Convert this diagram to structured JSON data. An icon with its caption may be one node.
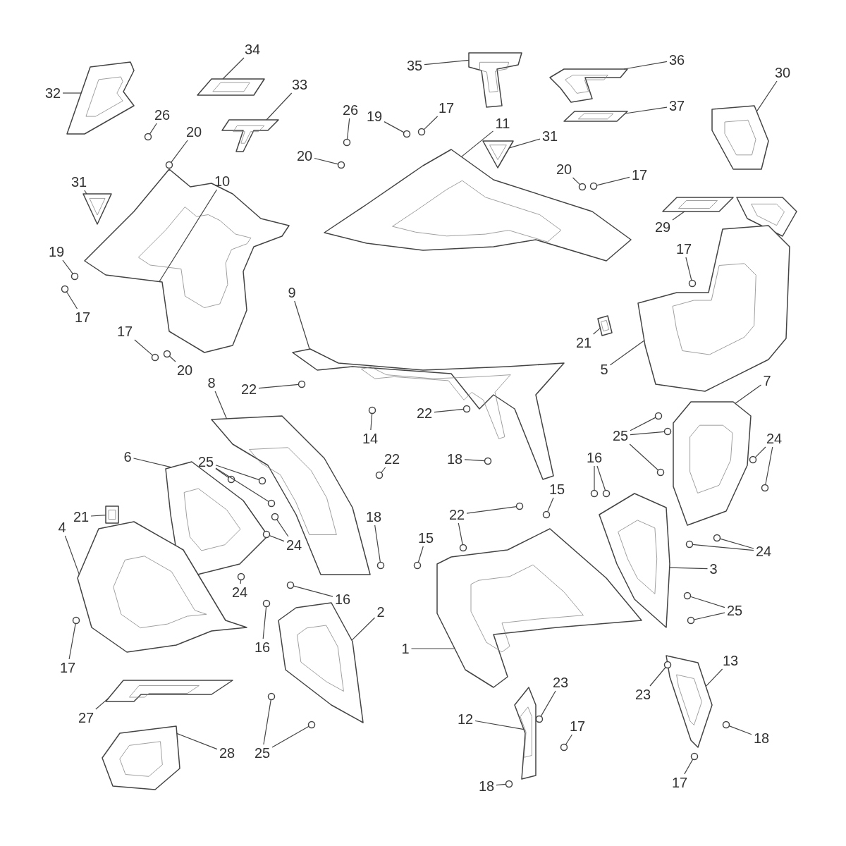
{
  "diagram": {
    "nodes": [
      {
        "text": [
          "32"
        ]
      },
      {
        "text": [
          "34"
        ]
      },
      {
        "text": [
          "33"
        ]
      },
      {
        "text": [
          "35"
        ]
      },
      {
        "text": [
          "36"
        ]
      },
      {
        "text": [
          "37"
        ]
      },
      {
        "text": [
          "30"
        ]
      },
      {
        "text": [
          "26"
        ]
      },
      {
        "text": [
          "20"
        ]
      },
      {
        "text": [
          "31"
        ]
      },
      {
        "text": [
          "10"
        ]
      },
      {
        "text": [
          "26"
        ]
      },
      {
        "text": [
          "19"
        ]
      },
      {
        "text": [
          "17"
        ]
      },
      {
        "text": [
          "20"
        ]
      },
      {
        "text": [
          "11"
        ]
      },
      {
        "text": [
          "31"
        ]
      },
      {
        "text": [
          "20"
        ]
      },
      {
        "text": [
          "17"
        ]
      },
      {
        "text": [
          "29"
        ]
      },
      {
        "text": [
          "17"
        ]
      },
      {
        "text": [
          "19"
        ]
      },
      {
        "text": [
          "17"
        ]
      },
      {
        "text": [
          "9"
        ]
      },
      {
        "text": [
          "17"
        ]
      },
      {
        "text": [
          "20"
        ]
      },
      {
        "text": [
          "21"
        ]
      },
      {
        "text": [
          "5"
        ]
      },
      {
        "text": [
          "7"
        ]
      },
      {
        "text": [
          "8"
        ]
      },
      {
        "text": [
          "22"
        ]
      },
      {
        "text": [
          "14"
        ]
      },
      {
        "text": [
          "22"
        ]
      },
      {
        "text": [
          "6"
        ]
      },
      {
        "text": [
          "25"
        ]
      },
      {
        "text": [
          "25"
        ]
      },
      {
        "text": [
          "24"
        ]
      },
      {
        "text": [
          "18"
        ]
      },
      {
        "text": [
          "16"
        ]
      },
      {
        "text": [
          "22"
        ]
      },
      {
        "text": [
          "15"
        ]
      },
      {
        "text": [
          "22"
        ]
      },
      {
        "text": [
          "21"
        ]
      },
      {
        "text": [
          "18"
        ]
      },
      {
        "text": [
          "4"
        ]
      },
      {
        "text": [
          "24"
        ]
      },
      {
        "text": [
          "15"
        ]
      },
      {
        "text": [
          "24"
        ]
      },
      {
        "text": [
          "3"
        ]
      },
      {
        "text": [
          "24"
        ]
      },
      {
        "text": [
          "16"
        ]
      },
      {
        "text": [
          "25"
        ]
      },
      {
        "text": [
          "2"
        ]
      },
      {
        "text": [
          "1"
        ]
      },
      {
        "text": [
          "17"
        ]
      },
      {
        "text": [
          "16"
        ]
      },
      {
        "text": [
          "23"
        ]
      },
      {
        "text": [
          "13"
        ]
      },
      {
        "text": [
          "23"
        ]
      },
      {
        "text": [
          "18"
        ]
      },
      {
        "text": [
          "12"
        ]
      },
      {
        "text": [
          "17"
        ]
      },
      {
        "text": [
          "27"
        ]
      },
      {
        "text": [
          "25"
        ]
      },
      {
        "text": [
          "28"
        ]
      },
      {
        "text": [
          "18"
        ]
      },
      {
        "text": [
          "17"
        ]
      },
      {
        "text": [],
        "shape": "picture"
      },
      {
        "text": [],
        "shape": "picture"
      },
      {
        "text": [],
        "shape": "picture"
      },
      {
        "text": [],
        "shape": "picture"
      },
      {
        "text": [],
        "shape": "picture"
      },
      {
        "text": [],
        "shape": "picture"
      },
      {
        "text": [],
        "shape": "picture"
      },
      {
        "text": [],
        "shape": "picture"
      },
      {
        "text": [],
        "shape": "picture"
      },
      {
        "text": [],
        "shape": "picture"
      },
      {
        "text": [],
        "shape": "picture"
      },
      {
        "text": [],
        "shape": "picture"
      },
      {
        "text": [],
        "shape": "picture"
      },
      {
        "text": [],
        "shape": "picture"
      },
      {
        "text": [],
        "shape": "picture"
      },
      {
        "text": [],
        "shape": "picture"
      },
      {
        "text": [],
        "shape": "picture"
      },
      {
        "text": [],
        "shape": "picture"
      },
      {
        "text": [],
        "shape": "picture"
      },
      {
        "text": [],
        "shape": "picture"
      },
      {
        "text": [],
        "shape": "picture"
      },
      {
        "text": [],
        "shape": "picture"
      },
      {
        "text": [],
        "shape": "picture"
      },
      {
        "text": [],
        "shape": "picture"
      },
      {
        "text": [],
        "shape": "picture"
      },
      {
        "text": [],
        "shape": "picture"
      },
      {
        "text": [],
        "shape": "picture"
      },
      {
        "text": [],
        "shape": "picture"
      },
      {
        "text": [],
        "shape": "circle"
      },
      {
        "text": [],
        "shape": "circle"
      },
      {
        "text": [],
        "shape": "circle"
      },
      {
        "text": [],
        "shape": "circle"
      },
      {
        "text": [],
        "shape": "circle"
      },
      {
        "text": [],
        "shape": "circle"
      },
      {
        "text": [],
        "shape": "circle"
      },
      {
        "text": [],
        "shape": "circle"
      },
      {
        "text": [],
        "shape": "circle"
      },
      {
        "text": [],
        "shape": "circle"
      },
      {
        "text": [],
        "shape": "circle"
      },
      {
        "text": [],
        "shape": "circle"
      },
      {
        "text": [],
        "shape": "circle"
      },
      {
        "text": [],
        "shape": "circle"
      },
      {
        "text": [],
        "shape": "circle"
      },
      {
        "text": [],
        "shape": "circle"
      },
      {
        "text": [],
        "shape": "circle"
      },
      {
        "text": [],
        "shape": "circle"
      },
      {
        "text": [],
        "shape": "circle"
      },
      {
        "text": [],
        "shape": "circle"
      },
      {
        "text": [],
        "shape": "circle"
      },
      {
        "text": [],
        "shape": "circle"
      },
      {
        "text": [],
        "shape": "circle"
      },
      {
        "text": [],
        "shape": "circle"
      },
      {
        "text": [],
        "shape": "circle"
      },
      {
        "text": [],
        "shape": "circle"
      },
      {
        "text": [],
        "shape": "circle"
      },
      {
        "text": [],
        "shape": "circle"
      },
      {
        "text": [],
        "shape": "circle"
      },
      {
        "text": [],
        "shape": "circle"
      },
      {
        "text": [],
        "shape": "circle"
      },
      {
        "text": [],
        "shape": "circle"
      },
      {
        "text": [],
        "shape": "circle"
      },
      {
        "text": [],
        "shape": "circle"
      },
      {
        "text": [],
        "shape": "circle"
      },
      {
        "text": [],
        "shape": "circle"
      },
      {
        "text": [],
        "shape": "circle"
      },
      {
        "text": [],
        "shape": "circle"
      },
      {
        "text": [],
        "shape": "circle"
      },
      {
        "text": [],
        "shape": "circle"
      },
      {
        "text": [],
        "shape": "circle"
      },
      {
        "text": [],
        "shape": "circle"
      },
      {
        "text": [],
        "shape": "circle"
      },
      {
        "text": [],
        "shape": "circle"
      },
      {
        "text": [],
        "shape": "circle"
      },
      {
        "text": [],
        "shape": "circle"
      },
      {
        "text": [],
        "shape": "circle"
      },
      {
        "text": [],
        "shape": "circle"
      },
      {
        "text": [],
        "shape": "circle"
      },
      {
        "text": [],
        "shape": "circle"
      },
      {
        "text": [],
        "shape": "circle"
      }
    ],
    "edges": [
      {
        "from": 0,
        "to": 67,
        "arrow": "none"
      },
      {
        "from": 1,
        "to": 68,
        "arrow": "none"
      },
      {
        "from": 2,
        "to": 69,
        "arrow": "none"
      },
      {
        "from": 3,
        "to": 70,
        "arrow": "none"
      },
      {
        "from": 4,
        "to": 71,
        "arrow": "none"
      },
      {
        "from": 5,
        "to": 72,
        "arrow": "none"
      },
      {
        "from": 6,
        "to": 73,
        "arrow": "none"
      },
      {
        "from": 7,
        "to": 95,
        "arrow": "none"
      },
      {
        "from": 8,
        "to": 96,
        "arrow": "none"
      },
      {
        "from": 9,
        "to": 74,
        "arrow": "none"
      },
      {
        "from": 10,
        "to": 76,
        "arrow": "none"
      },
      {
        "from": 11,
        "to": 97,
        "arrow": "none"
      },
      {
        "from": 12,
        "to": 98,
        "arrow": "none"
      },
      {
        "from": 13,
        "to": 99,
        "arrow": "none"
      },
      {
        "from": 14,
        "to": 100,
        "arrow": "none"
      },
      {
        "from": 15,
        "to": 77,
        "arrow": "none"
      },
      {
        "from": 16,
        "to": 75,
        "arrow": "none"
      },
      {
        "from": 17,
        "to": 101,
        "arrow": "none"
      },
      {
        "from": 18,
        "to": 102,
        "arrow": "none"
      },
      {
        "from": 19,
        "to": 78,
        "arrow": "none"
      },
      {
        "from": 20,
        "to": 103,
        "arrow": "none"
      },
      {
        "from": 21,
        "to": 104,
        "arrow": "none"
      },
      {
        "from": 22,
        "to": 105,
        "arrow": "none"
      },
      {
        "from": 23,
        "to": 81,
        "arrow": "none"
      },
      {
        "from": 24,
        "to": 106,
        "arrow": "none"
      },
      {
        "from": 25,
        "to": 107,
        "arrow": "none"
      },
      {
        "from": 26,
        "to": 93,
        "arrow": "none"
      },
      {
        "from": 27,
        "to": 80,
        "arrow": "none"
      },
      {
        "from": 28,
        "to": 82,
        "arrow": "none"
      },
      {
        "from": 29,
        "to": 83,
        "arrow": "none"
      },
      {
        "from": 30,
        "to": 108,
        "arrow": "none"
      },
      {
        "from": 31,
        "to": 109,
        "arrow": "none"
      },
      {
        "from": 32,
        "to": 110,
        "arrow": "none"
      },
      {
        "from": 33,
        "to": 84,
        "arrow": "none"
      },
      {
        "from": 34,
        "to": 111,
        "arrow": "none"
      },
      {
        "from": 34,
        "to": 112,
        "arrow": "none"
      },
      {
        "from": 34,
        "to": 113,
        "arrow": "none"
      },
      {
        "from": 35,
        "to": 114,
        "arrow": "none"
      },
      {
        "from": 35,
        "to": 115,
        "arrow": "none"
      },
      {
        "from": 35,
        "to": 116,
        "arrow": "none"
      },
      {
        "from": 36,
        "to": 117,
        "arrow": "none"
      },
      {
        "from": 36,
        "to": 118,
        "arrow": "none"
      },
      {
        "from": 37,
        "to": 119,
        "arrow": "none"
      },
      {
        "from": 38,
        "to": 120,
        "arrow": "none"
      },
      {
        "from": 38,
        "to": 121,
        "arrow": "none"
      },
      {
        "from": 39,
        "to": 122,
        "arrow": "none"
      },
      {
        "from": 40,
        "to": 123,
        "arrow": "none"
      },
      {
        "from": 41,
        "to": 124,
        "arrow": "none"
      },
      {
        "from": 41,
        "to": 125,
        "arrow": "none"
      },
      {
        "from": 42,
        "to": 94,
        "arrow": "none"
      },
      {
        "from": 43,
        "to": 126,
        "arrow": "none"
      },
      {
        "from": 44,
        "to": 85,
        "arrow": "none"
      },
      {
        "from": 45,
        "to": 127,
        "arrow": "none"
      },
      {
        "from": 45,
        "to": 128,
        "arrow": "none"
      },
      {
        "from": 46,
        "to": 129,
        "arrow": "none"
      },
      {
        "from": 47,
        "to": 130,
        "arrow": "none"
      },
      {
        "from": 47,
        "to": 131,
        "arrow": "none"
      },
      {
        "from": 48,
        "to": 88,
        "arrow": "none"
      },
      {
        "from": 49,
        "to": 132,
        "arrow": "none"
      },
      {
        "from": 50,
        "to": 133,
        "arrow": "none"
      },
      {
        "from": 51,
        "to": 134,
        "arrow": "none"
      },
      {
        "from": 51,
        "to": 135,
        "arrow": "none"
      },
      {
        "from": 52,
        "to": 86,
        "arrow": "none"
      },
      {
        "from": 53,
        "to": 87,
        "arrow": "none"
      },
      {
        "from": 54,
        "to": 136,
        "arrow": "none"
      },
      {
        "from": 55,
        "to": 137,
        "arrow": "none"
      },
      {
        "from": 56,
        "to": 138,
        "arrow": "none"
      },
      {
        "from": 57,
        "to": 90,
        "arrow": "none"
      },
      {
        "from": 58,
        "to": 139,
        "arrow": "none"
      },
      {
        "from": 59,
        "to": 140,
        "arrow": "none"
      },
      {
        "from": 60,
        "to": 89,
        "arrow": "none"
      },
      {
        "from": 61,
        "to": 141,
        "arrow": "none"
      },
      {
        "from": 62,
        "to": 91,
        "arrow": "none"
      },
      {
        "from": 63,
        "to": 142,
        "arrow": "none"
      },
      {
        "from": 63,
        "to": 143,
        "arrow": "none"
      },
      {
        "from": 64,
        "to": 92,
        "arrow": "none"
      },
      {
        "from": 65,
        "to": 144,
        "arrow": "none"
      },
      {
        "from": 66,
        "to": 145,
        "arrow": "none"
      }
    ]
  }
}
